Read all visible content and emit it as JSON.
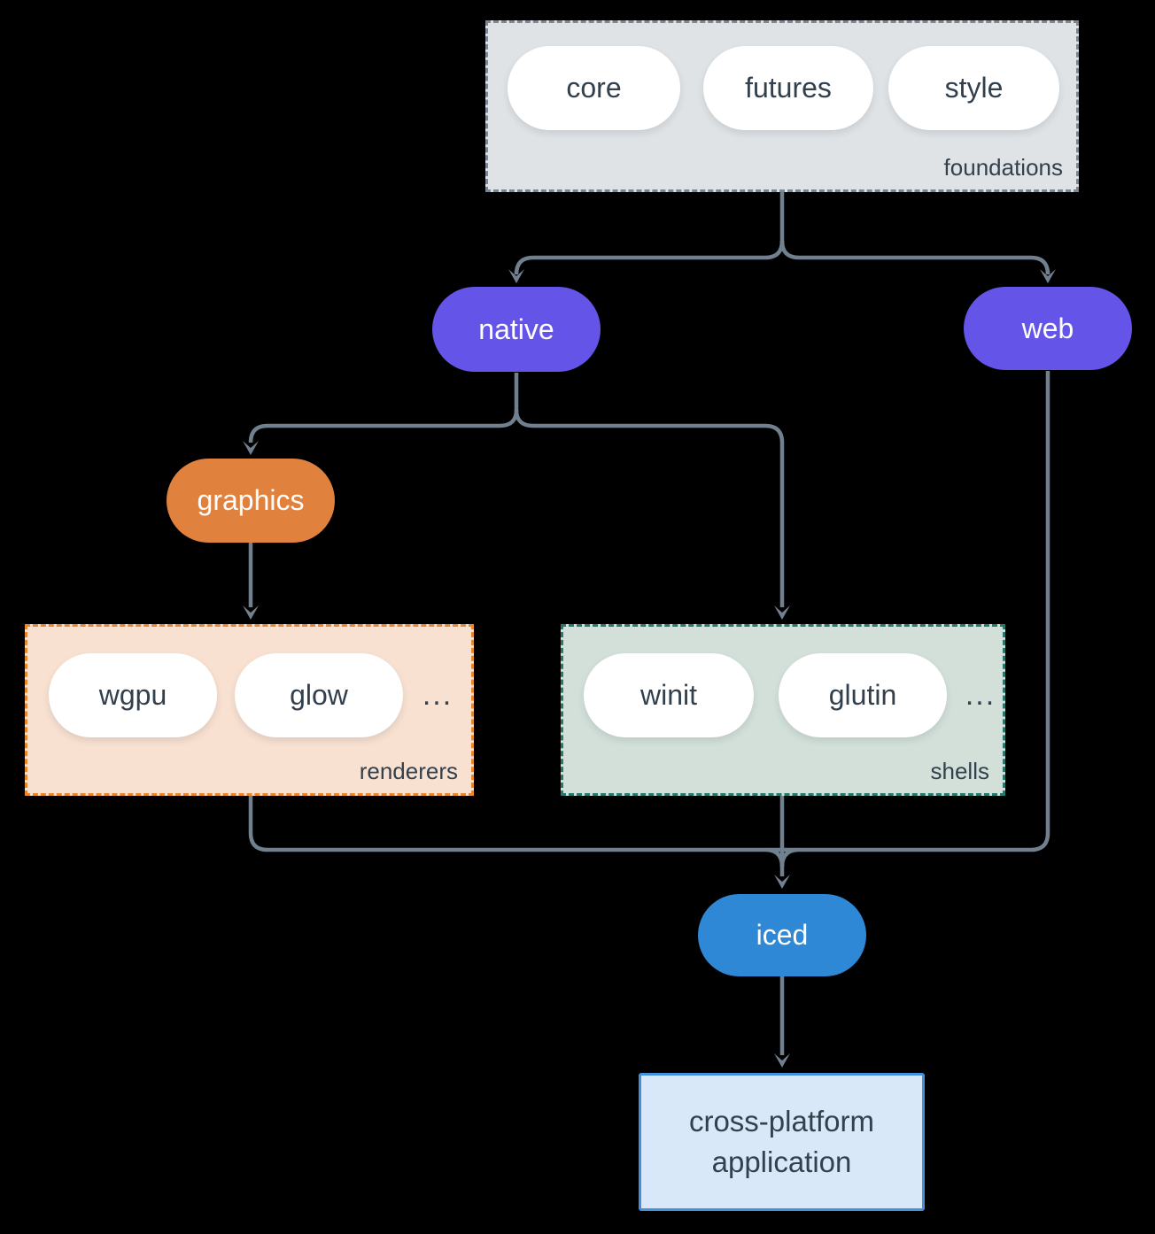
{
  "diagram": {
    "foundations": {
      "label": "foundations",
      "pills": [
        "core",
        "futures",
        "style"
      ]
    },
    "native": {
      "label": "native"
    },
    "web": {
      "label": "web"
    },
    "graphics": {
      "label": "graphics"
    },
    "renderers": {
      "label": "renderers",
      "pills": [
        "wgpu",
        "glow"
      ],
      "ellipsis": "..."
    },
    "shells": {
      "label": "shells",
      "pills": [
        "winit",
        "glutin"
      ],
      "ellipsis": "..."
    },
    "iced": {
      "label": "iced"
    },
    "application": {
      "label": "cross-platform application"
    }
  },
  "colors": {
    "background": "#000000",
    "edge": "#71808f",
    "foundations_fill": "#dfe3e6",
    "foundations_border": "#7b8894",
    "node_purple": "#6455e8",
    "node_orange": "#e0813e",
    "node_blue": "#2e88d5",
    "renderers_fill": "#f8e1d1",
    "renderers_border": "#e8872e",
    "shells_fill": "#d3e0da",
    "shells_border": "#26796c",
    "application_fill": "#d9e8f8",
    "application_border": "#4590da",
    "text_dark": "#33414e",
    "text_light": "#ffffff"
  }
}
